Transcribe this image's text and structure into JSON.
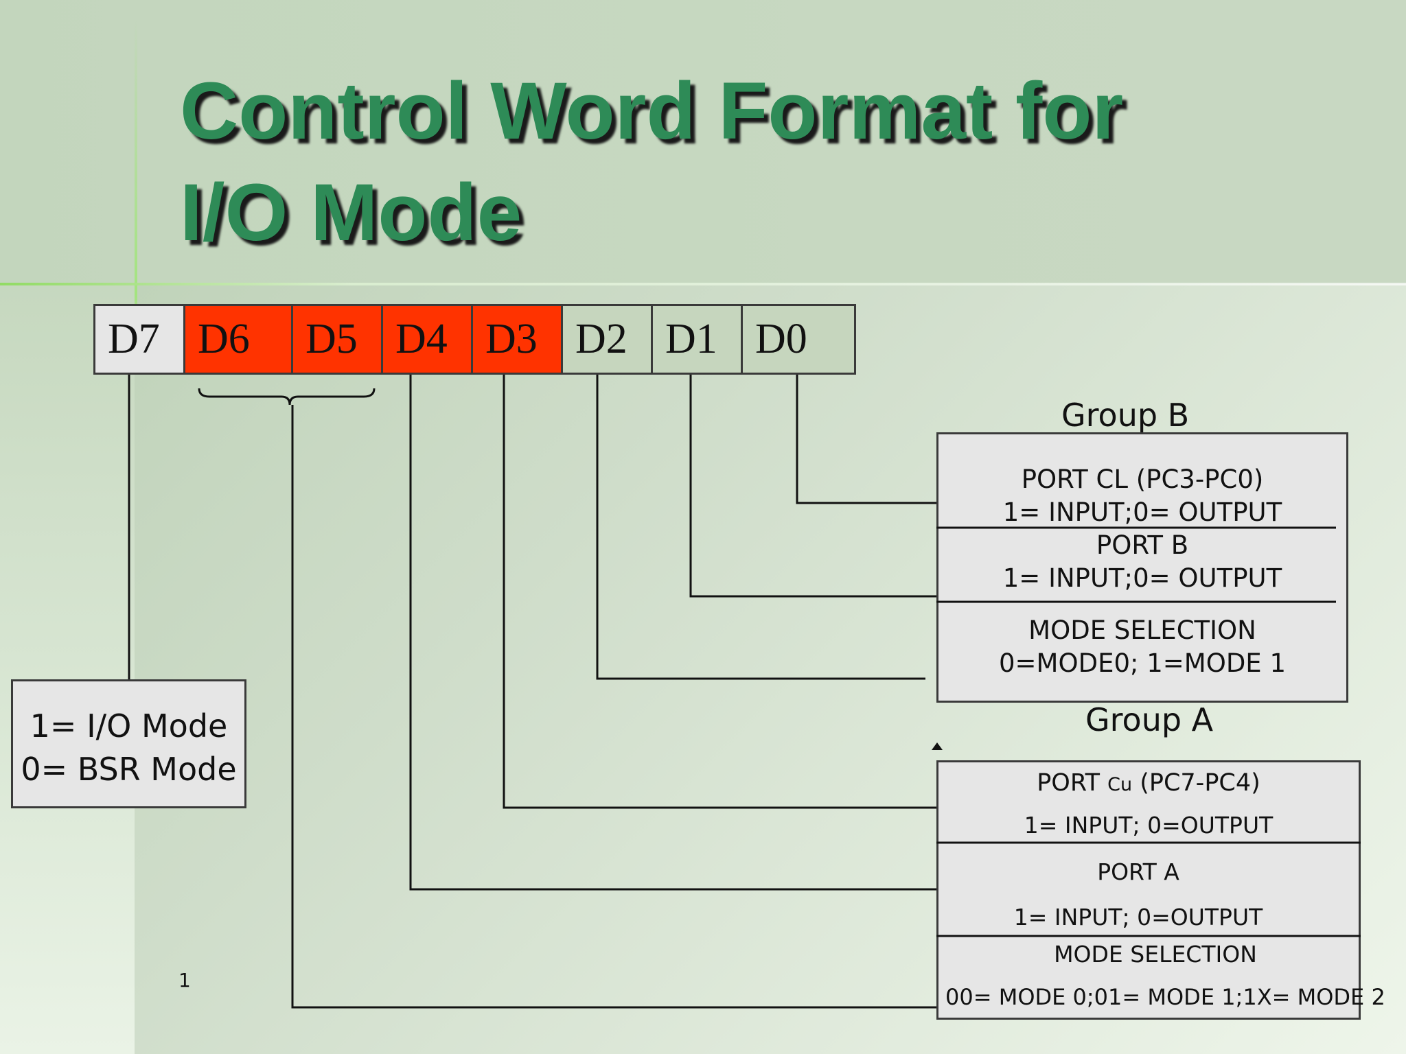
{
  "slide": {
    "title_line1": "Control Word Format for",
    "title_line2": "I/O Mode",
    "page_number": "1"
  },
  "bits": [
    "D7",
    "D6",
    "D5",
    "D4",
    "D3",
    "D2",
    "D1",
    "D0"
  ],
  "group_b": {
    "label": "Group B",
    "port_cl_line1": "PORT CL (PC3-PC0)",
    "port_cl_line2": "1= INPUT;0= OUTPUT",
    "port_b_line1": "PORT B",
    "port_b_line2": "1= INPUT;0= OUTPUT",
    "mode_line1": "MODE SELECTION",
    "mode_line2": "0=MODE0; 1=MODE 1"
  },
  "group_a": {
    "label": "Group A",
    "port_cu_prefix": "PORT ",
    "port_cu_sub": "Cu",
    "port_cu_suffix": " (PC7-PC4)",
    "port_cu_line2": "1= INPUT; 0=OUTPUT",
    "port_a_line1": "PORT A",
    "port_a_line2": "1= INPUT; 0=OUTPUT",
    "mode_line1": "MODE  SELECTION",
    "mode_line2": "00= MODE 0;01= MODE 1;1X= MODE 2"
  },
  "mode_box": {
    "line1": "1=  I/O Mode",
    "line2": "0=  BSR Mode"
  },
  "colors": {
    "title": "#2e8b57",
    "red_bits": "#ff3300",
    "green_bits": "#c6d6be",
    "box_fill": "#e6e6e6"
  }
}
